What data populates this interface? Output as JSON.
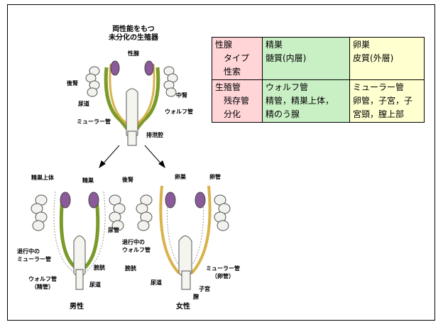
{
  "diagram": {
    "title_line1": "両性能をもつ",
    "title_line2": "未分化の生殖器",
    "top_labels": {
      "gonad": "性腺",
      "posterior_kidney": "後腎",
      "middle_kidney": "中腎",
      "urethra": "尿道",
      "mullerian_duct": "ミューラー管",
      "wolffian_duct": "ウォルフ管",
      "cloaca": "排泄腔"
    },
    "male_labels": {
      "epididymis": "精巣上体",
      "testis": "精巣",
      "posterior_kidney": "後腎",
      "ureter": "尿管",
      "regressing_mullerian_1": "退行中の",
      "regressing_mullerian_2": "ミューラー管",
      "bladder": "膀胱",
      "wolffian_1": "ウォルフ管",
      "wolffian_2": "（精管）",
      "urethra": "尿道",
      "caption": "男性"
    },
    "female_labels": {
      "ovary": "卵巣",
      "oviduct": "卵管",
      "regressing_wolffian_1": "退行中の",
      "regressing_wolffian_2": "ウォルフ管",
      "bladder": "膀胱",
      "urethra": "尿道",
      "mullerian_1": "ミューラー管",
      "mullerian_2": "（卵管）",
      "uterus": "子宮",
      "vagina": "膣",
      "caption": "女性"
    }
  },
  "table": {
    "row1": {
      "head": [
        "性腺",
        "タイプ",
        "性索"
      ],
      "male": [
        "精巣",
        "髄質(内層)"
      ],
      "female": [
        "卵巣",
        "皮質(外層)"
      ]
    },
    "row2": {
      "head": [
        "生殖管",
        "残存管",
        "分化"
      ],
      "male": [
        "ウォルフ管",
        "精管，精巣上体，",
        "精のう腺"
      ],
      "female": [
        "ミューラー管",
        "卵管，子宮，子",
        "宮頸，膣上部"
      ]
    }
  }
}
